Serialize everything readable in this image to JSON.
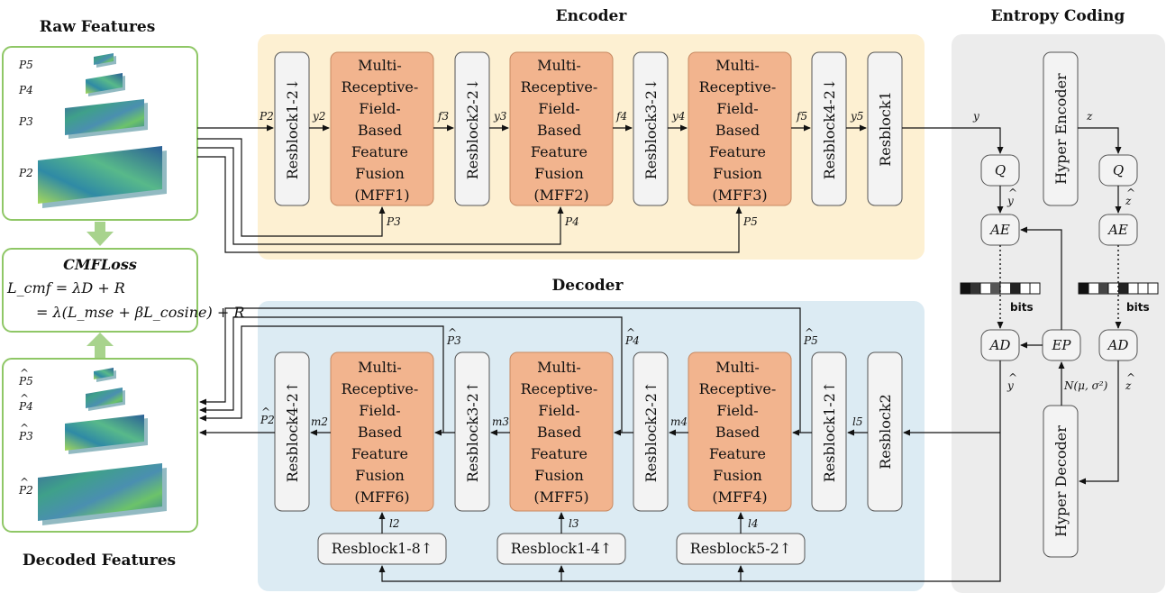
{
  "titles": {
    "raw_features": "Raw Features",
    "decoded_features": "Decoded Features",
    "encoder": "Encoder",
    "decoder": "Decoder",
    "entropy_coding": "Entropy Coding"
  },
  "raw_levels": [
    "P5",
    "P4",
    "P3",
    "P2"
  ],
  "decoded_levels": [
    "P5",
    "P4",
    "P3",
    "P2"
  ],
  "loss": {
    "name": "CMFLoss",
    "line1": "L_cmf = λD + R",
    "line2": "= λ(L_mse + βL_cosine) + R"
  },
  "encoder": {
    "resblocks": [
      "Resblock1-2↓",
      "Resblock2-2↓",
      "Resblock3-2↓",
      "Resblock4-2↓",
      "Resblock1"
    ],
    "mff": [
      {
        "lines": [
          "Multi-",
          "Receptive-",
          "Field-",
          "Based",
          "Feature",
          "Fusion",
          "(MFF1)"
        ]
      },
      {
        "lines": [
          "Multi-",
          "Receptive-",
          "Field-",
          "Based",
          "Feature",
          "Fusion",
          "(MFF2)"
        ]
      },
      {
        "lines": [
          "Multi-",
          "Receptive-",
          "Field-",
          "Based",
          "Feature",
          "Fusion",
          "(MFF3)"
        ]
      }
    ],
    "signals": [
      "P2",
      "y2",
      "f3",
      "y3",
      "f4",
      "y4",
      "f5",
      "y5",
      "y"
    ],
    "side_inputs": [
      "P3",
      "P4",
      "P5"
    ]
  },
  "decoder": {
    "resblocks": [
      "Resblock4-2↑",
      "Resblock3-2↑",
      "Resblock2-2↑",
      "Resblock1-2↑",
      "Resblock2"
    ],
    "mff": [
      {
        "lines": [
          "Multi-",
          "Receptive-",
          "Field-",
          "Based",
          "Feature",
          "Fusion",
          "(MFF6)"
        ]
      },
      {
        "lines": [
          "Multi-",
          "Receptive-",
          "Field-",
          "Based",
          "Feature",
          "Fusion",
          "(MFF5)"
        ]
      },
      {
        "lines": [
          "Multi-",
          "Receptive-",
          "Field-",
          "Based",
          "Feature",
          "Fusion",
          "(MFF4)"
        ]
      }
    ],
    "bottom_blocks": [
      "Resblock1-8↑",
      "Resblock1-4↑",
      "Resblock5-2↑"
    ],
    "signals": [
      "P2",
      "m2",
      "m3",
      "m4",
      "l5"
    ],
    "bottom_signals": [
      "l2",
      "l3",
      "l4"
    ],
    "outputs": [
      "P3",
      "P4",
      "P5"
    ]
  },
  "entropy": {
    "hyper_encoder": "Hyper Encoder",
    "hyper_decoder": "Hyper Decoder",
    "q": "Q",
    "ae": "AE",
    "ad": "AD",
    "ep": "EP",
    "bits": "bits",
    "z": "z",
    "y_hat": "y",
    "z_hat": "z",
    "gaussian": "N(μ, σ²)"
  },
  "colors": {
    "encoder_bg": "#fdf0d2",
    "decoder_bg": "#dcebf3",
    "entropy_bg": "#ececec",
    "mff_fill": "#f2b48e",
    "mff_stroke": "#c88a62",
    "block_fill": "#f3f3f3",
    "panel_stroke": "#8fc766",
    "arrow_green": "#a8d38d"
  }
}
